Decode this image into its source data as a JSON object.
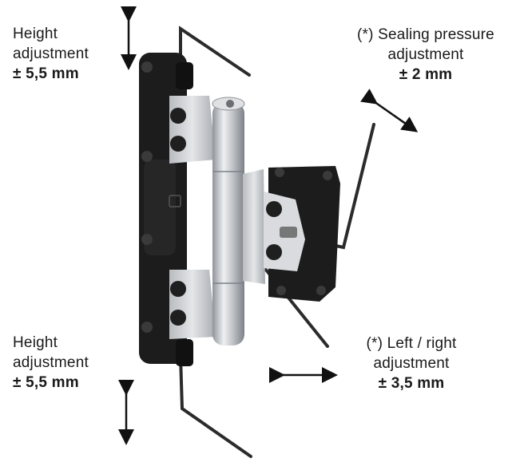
{
  "labels": {
    "top_left": {
      "line1": "Height",
      "line2": "adjustment",
      "value": "± 5,5 mm"
    },
    "bottom_left": {
      "line1": "Height",
      "line2": "adjustment",
      "value": "± 5,5 mm"
    },
    "top_right": {
      "line1": "(*) Sealing pressure",
      "line2": "adjustment",
      "value": "± 2 mm"
    },
    "bottom_right": {
      "line1": "(*) Left / right",
      "line2": "adjustment",
      "value": "± 3,5 mm"
    }
  },
  "colors": {
    "text": "#1a1a1a",
    "hinge_body": "#1c1c1c",
    "metal": "#c9ccd0",
    "metal_dark": "#8d9197",
    "arrow": "#111111"
  }
}
